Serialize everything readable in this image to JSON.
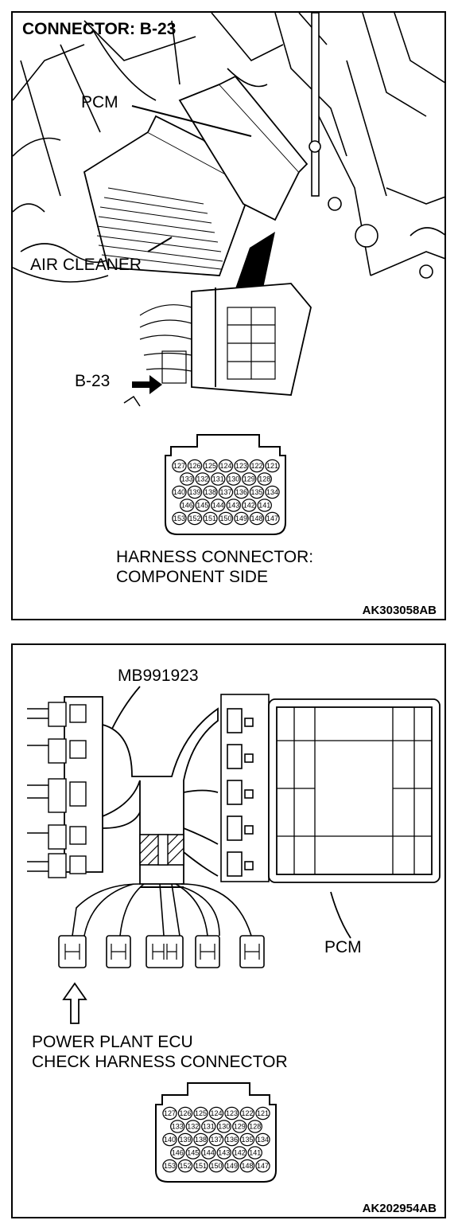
{
  "panel1": {
    "title": "CONNECTOR: B-23",
    "labels": {
      "pcm": "PCM",
      "air_cleaner": "AIR CLEANER",
      "connector": "B-23",
      "harness_line1": "HARNESS CONNECTOR:",
      "harness_line2": "COMPONENT SIDE"
    },
    "code": "AK303058AB"
  },
  "panel2": {
    "labels": {
      "tool": "MB991923",
      "pcm": "PCM",
      "check_line1": "POWER PLANT ECU",
      "check_line2": "CHECK HARNESS CONNECTOR"
    },
    "code": "AK202954AB"
  },
  "connector_pins": {
    "rows": [
      [
        "127",
        "126",
        "125",
        "124",
        "123",
        "122",
        "121"
      ],
      [
        "133",
        "132",
        "131",
        "130",
        "129",
        "128"
      ],
      [
        "140",
        "139",
        "138",
        "137",
        "136",
        "135",
        "134"
      ],
      [
        "146",
        "145",
        "144",
        "143",
        "142",
        "141"
      ],
      [
        "153",
        "152",
        "151",
        "150",
        "149",
        "148",
        "147"
      ]
    ]
  }
}
